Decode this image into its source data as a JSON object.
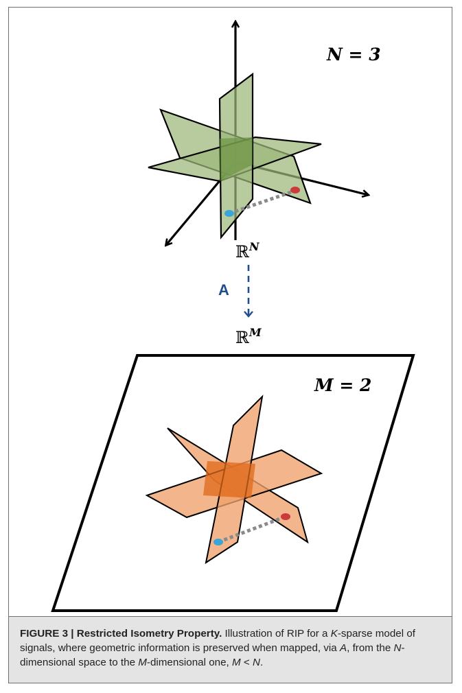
{
  "top_panel": {
    "dimension_label": "N = 3",
    "space_label": "ℝ",
    "space_superscript": "N"
  },
  "mapping": {
    "operator_label": "A",
    "target_space_label": "ℝ",
    "target_superscript": "M"
  },
  "bottom_panel": {
    "dimension_label": "M = 2"
  },
  "colors": {
    "green_plane_fill": "#9db77a",
    "green_overlap": "#5f8a35",
    "orange_plane_fill": "#f0a06a",
    "orange_overlap": "#e06a1a",
    "arrow_blue": "#1f4e8c",
    "point_blue": "#3aa6d8",
    "point_red": "#cc3b3b",
    "dotted_line": "#8a8a8a"
  },
  "caption": {
    "bold": "FIGURE 3 | Restricted Isometry Property.",
    "t1": " Illustration of RIP for a ",
    "k": "K",
    "t2": "-sparse model of signals, where geometric information is preserved when mapped, via ",
    "a": "A",
    "t3": ", from the ",
    "n": "N",
    "t4": "-dimensional space to the ",
    "m": "M",
    "t5": "-dimensional one, ",
    "m2": "M",
    "lt": " < ",
    "n2": "N",
    "end": "."
  }
}
